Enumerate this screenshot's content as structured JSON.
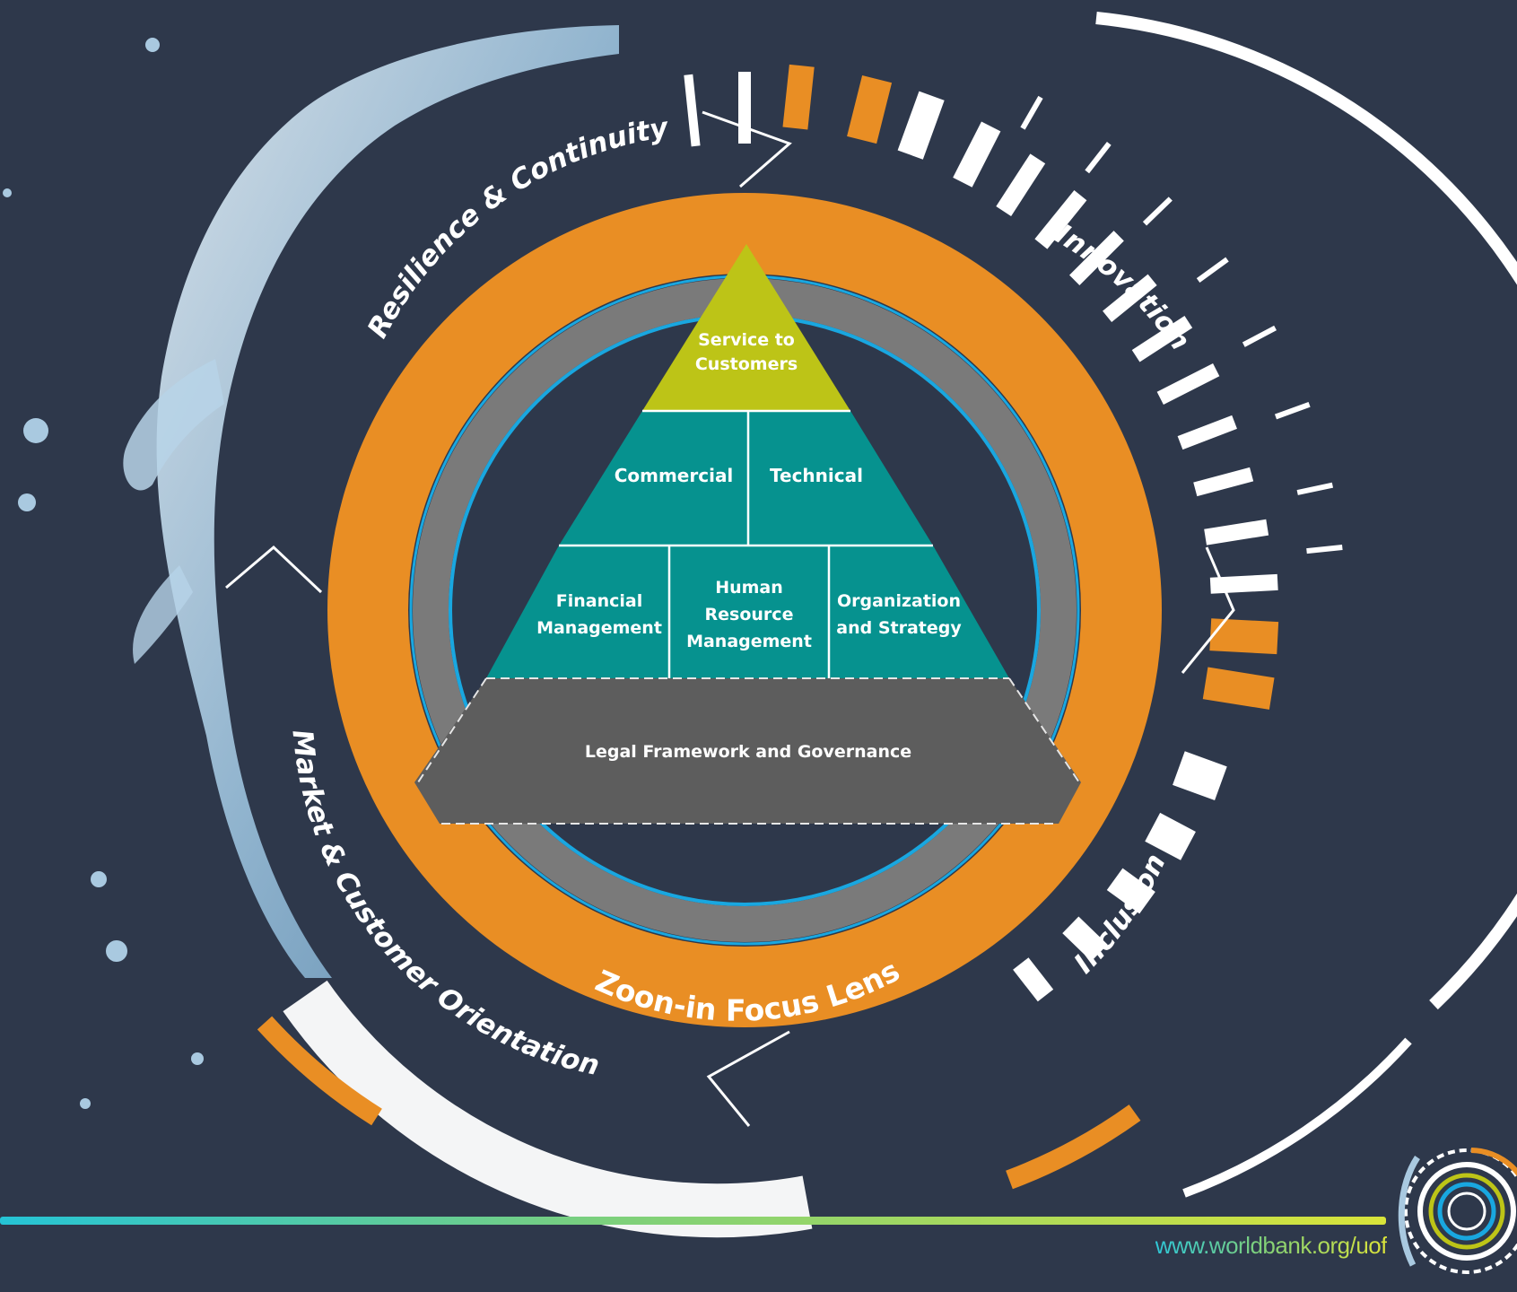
{
  "colors": {
    "background": "#2e384b",
    "ring_orange": "#e98e24",
    "lens_gray": "#7a7a7a",
    "lens_blue": "#19a7e0",
    "apex_yellow": "#bdc417",
    "teal": "#06928f",
    "base_gray": "#5d5d5d",
    "white": "#ffffff"
  },
  "ring": {
    "segments": [
      {
        "label": "Resilience & Continuity"
      },
      {
        "label": "Innovation"
      },
      {
        "label": "Inclusion"
      },
      {
        "label": "Market & Customer Orientation"
      }
    ]
  },
  "lens": {
    "label": "Zoon-in  Focus Lens"
  },
  "pyramid": {
    "apex": {
      "line1": "Service to",
      "line2": "Customers"
    },
    "tier2": [
      {
        "label": "Commercial"
      },
      {
        "label": "Technical"
      }
    ],
    "tier3": [
      {
        "line1": "Financial",
        "line2": "Management"
      },
      {
        "line1": "Human",
        "line2": "Resource",
        "line3": "Management"
      },
      {
        "line1": "Organization",
        "line2": "and Strategy"
      }
    ],
    "base": {
      "label": "Legal Framework and Governance"
    }
  },
  "footer": {
    "url": "www.worldbank.org/uof"
  }
}
